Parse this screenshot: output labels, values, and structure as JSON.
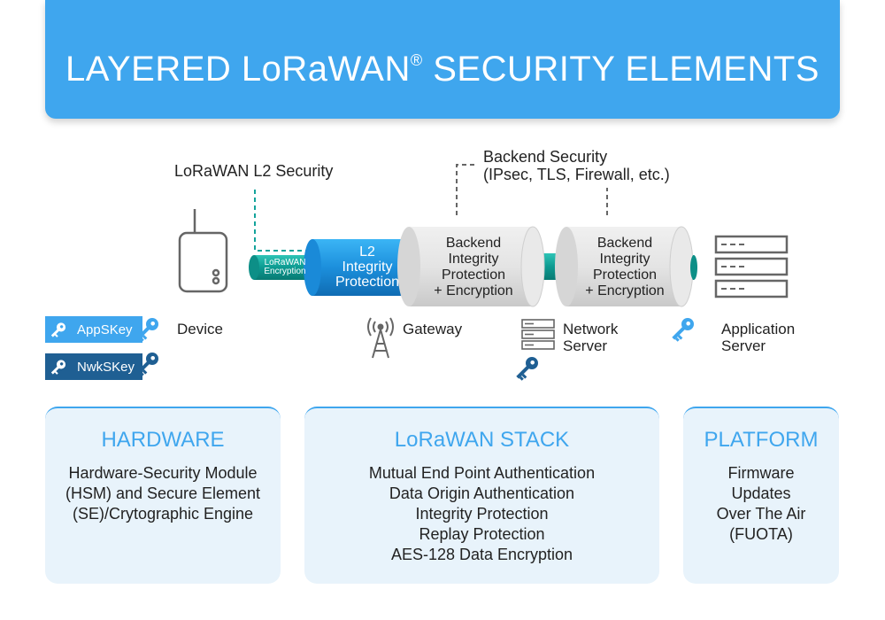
{
  "header": {
    "title_main": "LAYERED LoRaWAN",
    "title_reg": "®",
    "title_tail": " SECURITY ELEMENTS"
  },
  "diagram": {
    "l2_security_label": "LoRaWAN L2 Security",
    "backend_security_label": [
      "Backend Security",
      "(IPsec, TLS, Firewall, etc.)"
    ],
    "lorawan_encryption_label": [
      "LoRaWAN",
      "Encryption"
    ],
    "l2_integrity_label": [
      "L2",
      "Integrity",
      "Protection"
    ],
    "backend_1_label": [
      "Backend",
      "Integrity",
      "Protection",
      "+ Encryption"
    ],
    "backend_2_label": [
      "Backend",
      "Integrity",
      "Protection",
      "+ Encryption"
    ],
    "nodes": {
      "device": "Device",
      "gateway": "Gateway",
      "network_server": [
        "Network",
        "Server"
      ],
      "application_server": [
        "Application",
        "Server"
      ]
    },
    "keys": {
      "appskey": "AppSKey",
      "nwkskey": "NwkSKey"
    }
  },
  "panels": [
    {
      "title": "HARDWARE",
      "lines": [
        "Hardware-Security Module",
        "(HSM) and Secure Element",
        "(SE)/Crytographic Engine"
      ]
    },
    {
      "title": "LoRaWAN STACK",
      "lines": [
        "Mutual End Point Authentication",
        "Data Origin Authentication",
        "Integrity Protection",
        "Replay Protection",
        "AES-128 Data Encryption"
      ]
    },
    {
      "title": "PLATFORM",
      "lines": [
        "Firmware",
        "Updates",
        "Over The Air",
        "(FUOTA)"
      ]
    }
  ],
  "colors": {
    "brand_blue": "#3fa6ee",
    "dark_blue": "#1f5f93",
    "teal": "#13a39b",
    "panel_bg": "#e8f3fb",
    "grey_cylinder": "#e6e6e6"
  },
  "icons": [
    "key-icon",
    "device-icon",
    "antenna-tower-icon",
    "server-rack-icon"
  ]
}
